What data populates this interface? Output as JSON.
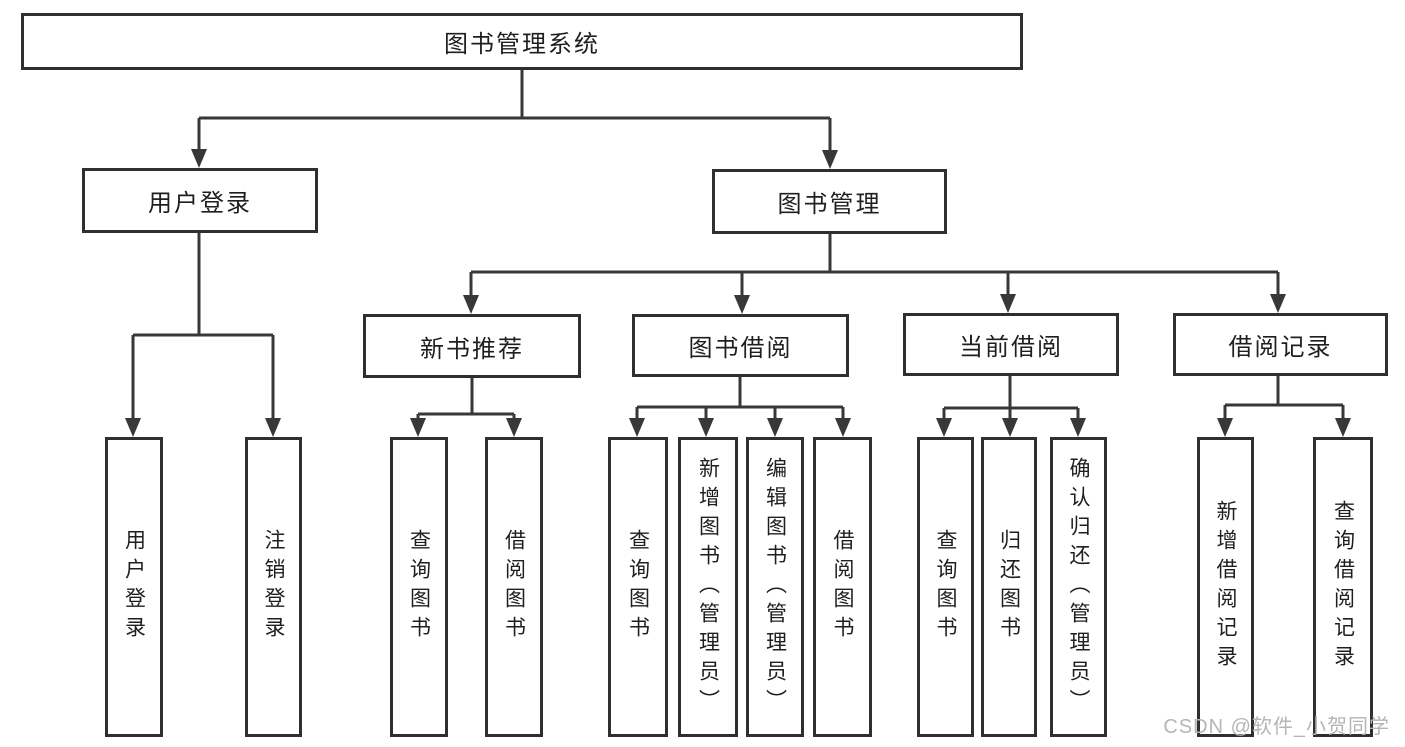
{
  "diagram": {
    "root": {
      "label": "图书管理系统"
    },
    "children": [
      {
        "label": "用户登录",
        "children": [
          {
            "label": "用户登录"
          },
          {
            "label": "注销登录"
          }
        ]
      },
      {
        "label": "图书管理",
        "children": [
          {
            "label": "新书推荐",
            "children": [
              {
                "label": "查询图书"
              },
              {
                "label": "借阅图书"
              }
            ]
          },
          {
            "label": "图书借阅",
            "children": [
              {
                "label": "查询图书"
              },
              {
                "label": "新增图书（管理员）"
              },
              {
                "label": "编辑图书（管理员）"
              },
              {
                "label": "借阅图书"
              }
            ]
          },
          {
            "label": "当前借阅",
            "children": [
              {
                "label": "查询图书"
              },
              {
                "label": "归还图书"
              },
              {
                "label": "确认归还（管理员）"
              }
            ]
          },
          {
            "label": "借阅记录",
            "children": [
              {
                "label": "新增借阅记录"
              },
              {
                "label": "查询借阅记录"
              }
            ]
          }
        ]
      }
    ],
    "colors": {
      "line": "#383838",
      "box_border": "#2f2f2f",
      "text": "#1f1f1f",
      "watermark_text": "#b5b5b5",
      "background": "#ffffff"
    }
  },
  "watermark": {
    "text": "CSDN @软件_小贺同学"
  }
}
